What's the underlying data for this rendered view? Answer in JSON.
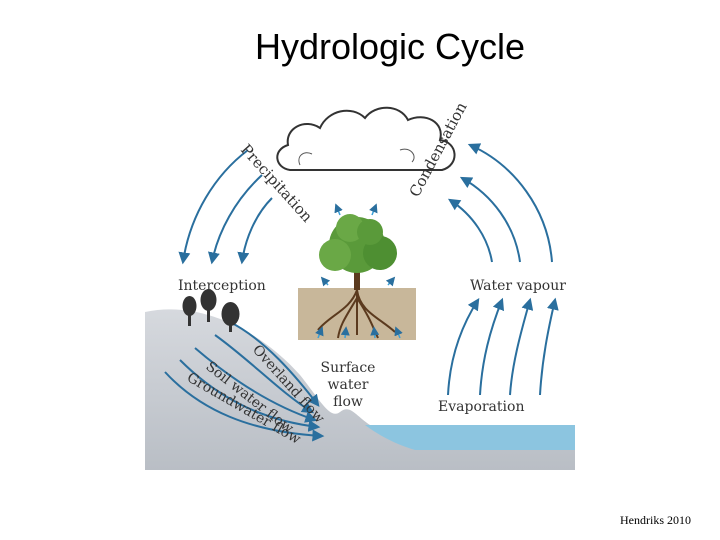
{
  "title": "Hydrologic Cycle",
  "labels": {
    "precipitation": "Precipitation",
    "condensation": "Condensation",
    "interception": "Interception",
    "water_vapour": "Water vapour",
    "overland_flow": "Overland flow",
    "soil_water_flow": "Soil water flow",
    "groundwater_flow": "Groundwater flow",
    "surface_water_flow_line1": "Surface",
    "surface_water_flow_line2": "water",
    "surface_water_flow_line3": "flow",
    "evaporation": "Evaporation"
  },
  "credit": "Hendriks 2010",
  "colors": {
    "arrow": "#2a6f9e",
    "water": "#8cc5e0",
    "ground": "#c9cdd3",
    "soil_inset": "#c8b79a",
    "tree_foliage": "#5a9a3a"
  }
}
